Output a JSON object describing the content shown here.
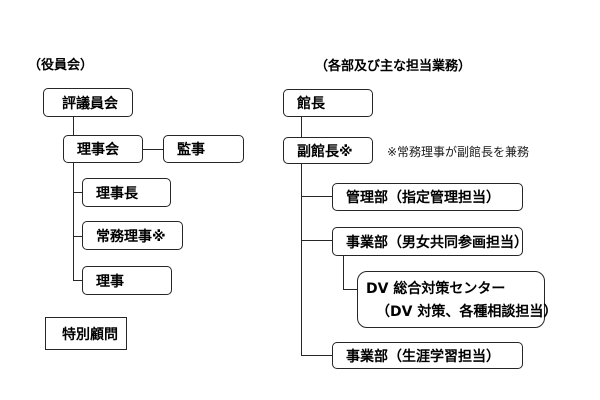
{
  "colors": {
    "line": "#262626",
    "text": "#000000",
    "background": "#ffffff"
  },
  "diagram": {
    "left": {
      "heading": "（役員会）",
      "nodes": {
        "hyogiinkai": "評議員会",
        "rijikai": "理事会",
        "kanji": "監事",
        "rijicho": "理事長",
        "jomu_riji": "常務理事※",
        "riji": "理事",
        "tokubetsu_komon": "特別顧問"
      }
    },
    "right": {
      "heading": "（各部及び主な担当業務）",
      "note": "※常務理事が副館長を兼務",
      "nodes": {
        "kancho": "館長",
        "fuku_kancho": "副館長※",
        "kanribu": "管理部（指定管理担当）",
        "jigyobu_danjo": "事業部（男女共同参画担当）",
        "dv_center": {
          "line1": "DV 総合対策センター",
          "line2": "（DV 対策、各種相談担当）"
        },
        "jigyobu_shogai": "事業部（生涯学習担当）"
      }
    }
  }
}
